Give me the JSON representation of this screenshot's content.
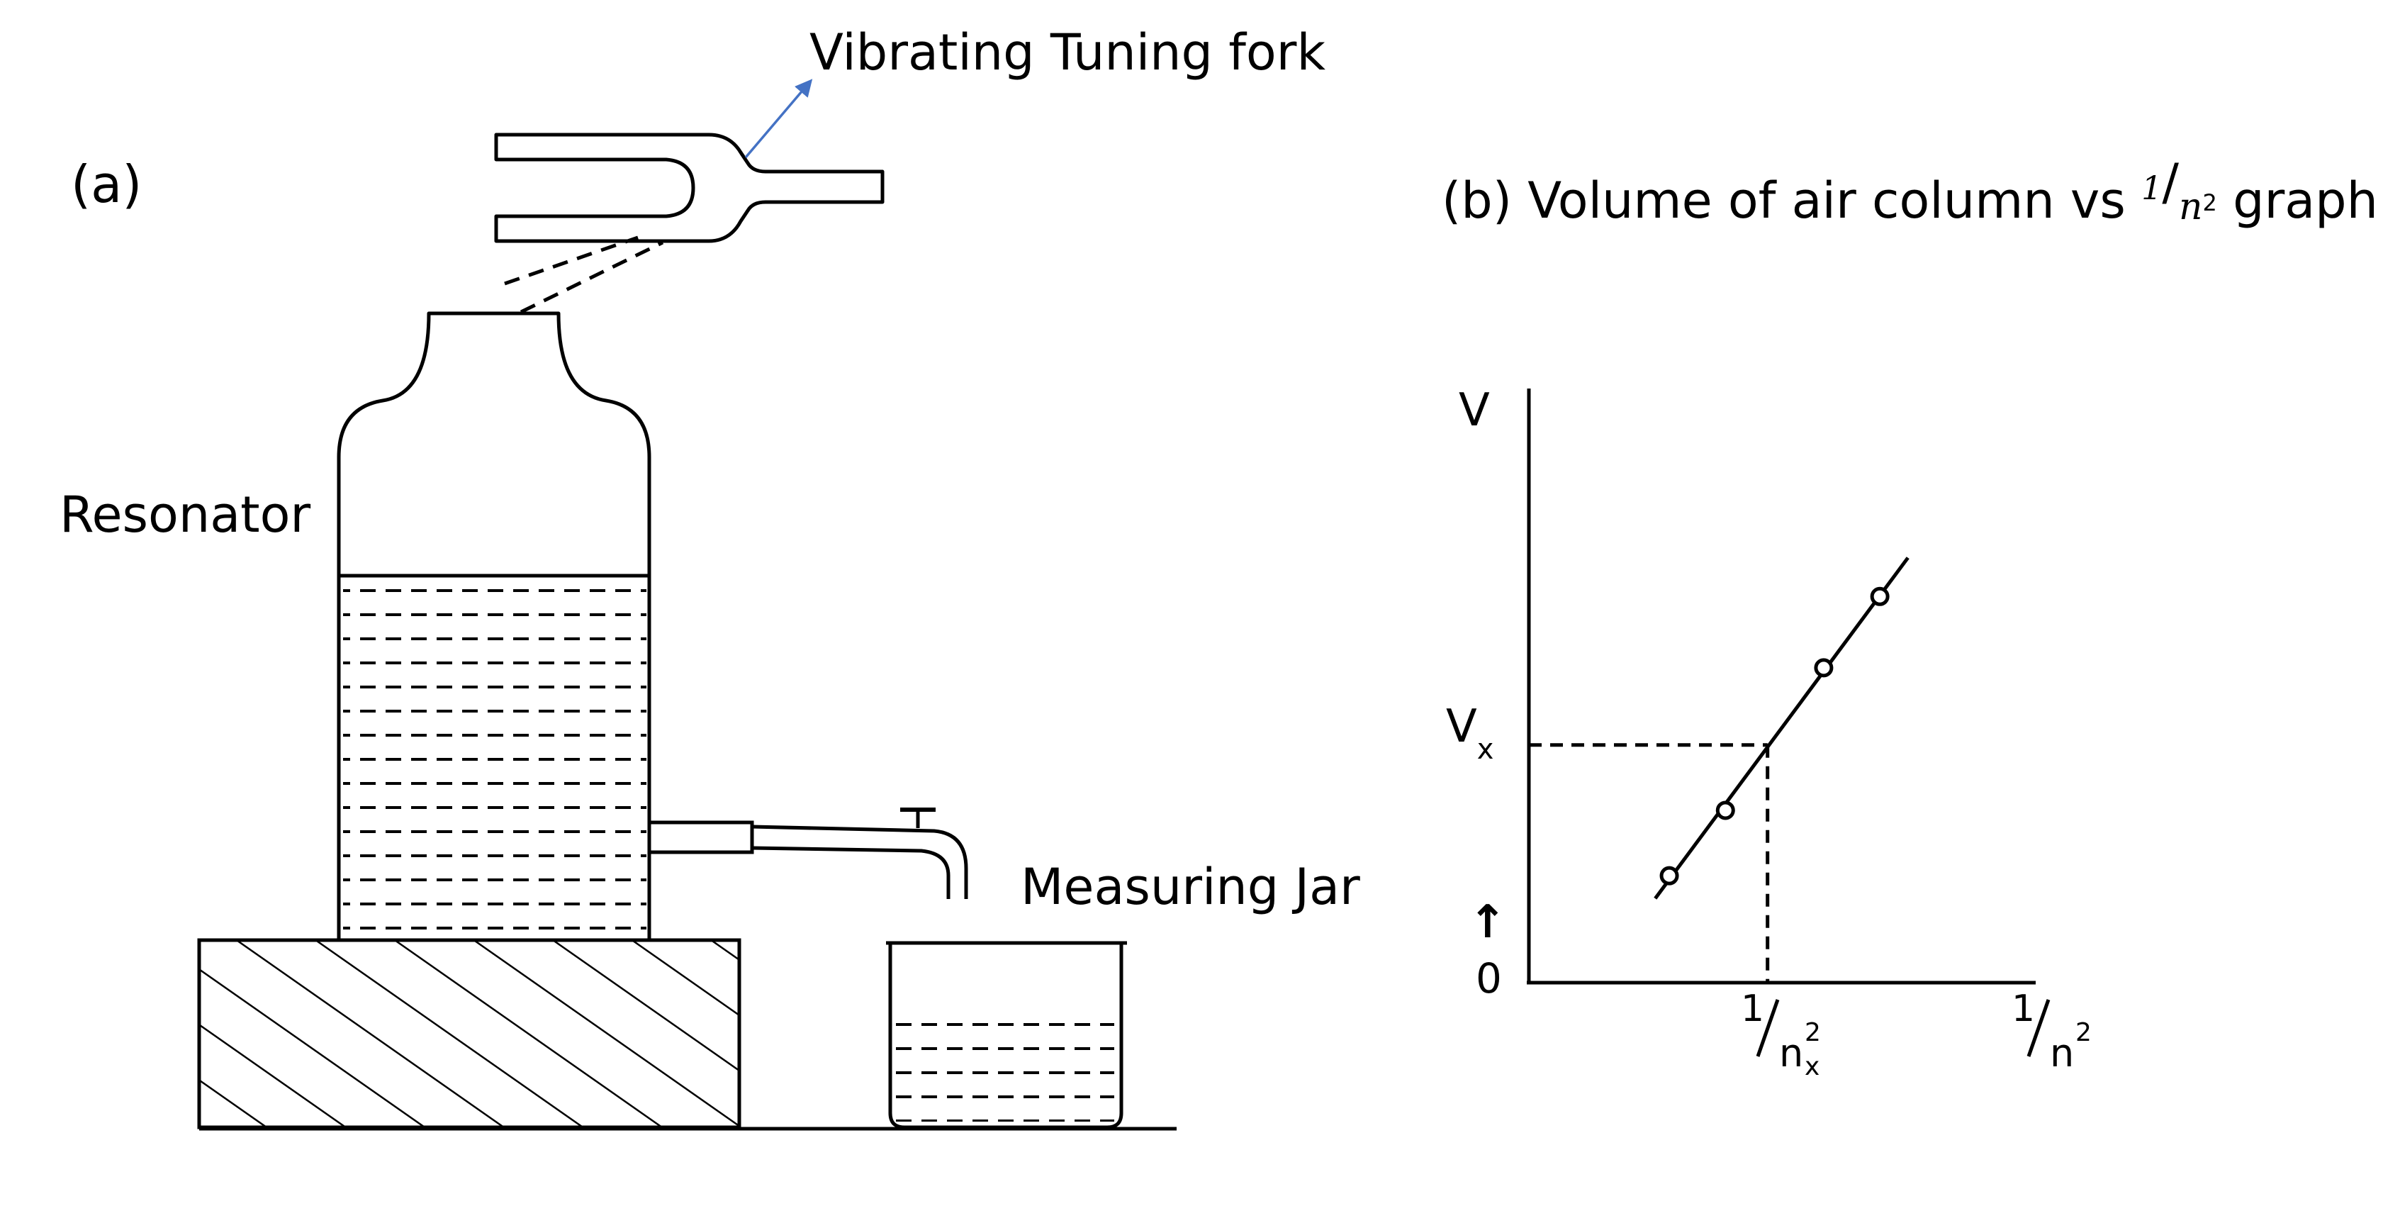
{
  "part_a": {
    "label": "(a)",
    "fork_label": "Vibrating Tuning fork",
    "resonator_label": "Resonator",
    "jar_label": "Measuring Jar"
  },
  "part_b": {
    "title_prefix": "(b) Volume of air column vs ",
    "title_frac_num": "1",
    "title_frac_den": "n",
    "title_frac_exp": "2",
    "title_suffix": " graph",
    "y_axis": {
      "label": "V",
      "vx_label": "V",
      "vx_sub": "x",
      "origin": "0",
      "arrow_glyph": "↑"
    },
    "x_axis": {
      "x_tick_num": "1",
      "x_tick_den": "n",
      "x_tick_exp": "2",
      "x_tick_sub": "x",
      "label_num": "1",
      "label_den": "n",
      "label_exp": "2"
    }
  },
  "colors": {
    "ink": "#000000",
    "pointer_arrow": "#4472c4"
  },
  "chart_data": {
    "type": "line",
    "x": [
      0.2,
      0.28,
      0.42,
      0.5
    ],
    "y": [
      0.18,
      0.29,
      0.53,
      0.65
    ],
    "x_marker": 0.34,
    "y_marker": 0.4,
    "xlim": [
      0,
      0.72
    ],
    "ylim": [
      0,
      1
    ],
    "grid": false
  }
}
